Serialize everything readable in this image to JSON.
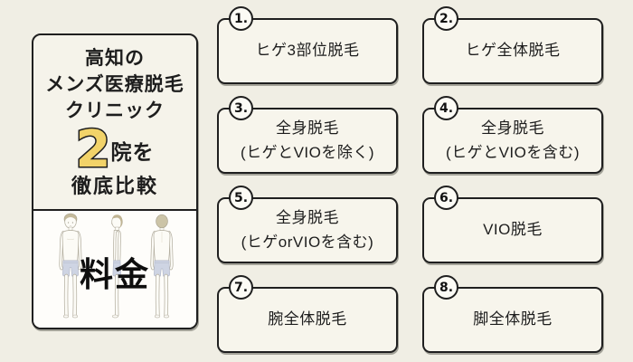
{
  "palette": {
    "background": "#f0eee4",
    "card_fill": "#f7f5ec",
    "panel_fill": "#f5f3ea",
    "border": "#1f1f1f",
    "accent_yellow": "#f2d369",
    "image_bg": "#fefdfa",
    "shorts_blue": "#ced4e3"
  },
  "sidebar": {
    "title_lines": [
      "高知の",
      "メンズ医療脱毛",
      "クリニック"
    ],
    "count_number": "2",
    "count_suffix": "院を",
    "title_tail": "徹底比較",
    "image_caption": "料金",
    "figure_names": [
      "male-body-front",
      "male-body-side",
      "male-body-back"
    ]
  },
  "items": [
    {
      "number": "1.",
      "label": "ヒゲ3部位脱毛",
      "sublabel": ""
    },
    {
      "number": "2.",
      "label": "ヒゲ全体脱毛",
      "sublabel": ""
    },
    {
      "number": "3.",
      "label": "全身脱毛",
      "sublabel": "(ヒゲとVIOを除く)"
    },
    {
      "number": "4.",
      "label": "全身脱毛",
      "sublabel": "(ヒゲとVIOを含む)"
    },
    {
      "number": "5.",
      "label": "全身脱毛",
      "sublabel": "(ヒゲorVIOを含む)"
    },
    {
      "number": "6.",
      "label": "VIO脱毛",
      "sublabel": ""
    },
    {
      "number": "7.",
      "label": "腕全体脱毛",
      "sublabel": ""
    },
    {
      "number": "8.",
      "label": "脚全体脱毛",
      "sublabel": ""
    }
  ]
}
